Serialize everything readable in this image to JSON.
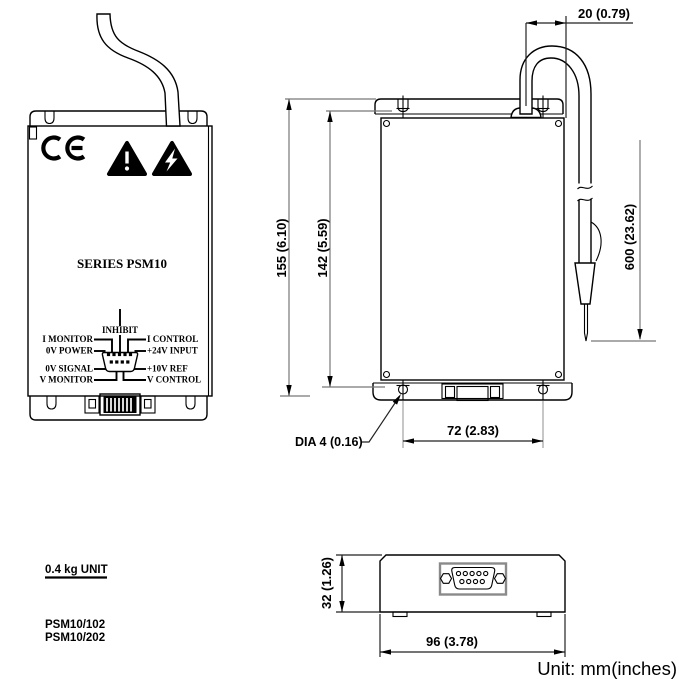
{
  "drawing": {
    "front_view": {
      "title": "SERIES PSM10",
      "icons": {
        "ce_mark": "CE",
        "warning": "general-warning-triangle",
        "high_voltage": "high-voltage-triangle"
      },
      "pin_diagram": {
        "top_label": "INHIBIT",
        "left_labels": [
          "I MONITOR",
          "0V POWER",
          "0V SIGNAL",
          "V MONITOR"
        ],
        "right_labels": [
          "I CONTROL",
          "+24V INPUT",
          "+10V REF",
          "V CONTROL"
        ]
      }
    },
    "dimensions": {
      "overall_height": "155 (6.10)",
      "body_height": "142 (5.59)",
      "cable_edge_offset": "20 (0.79)",
      "lead_length": "600 (23.62)",
      "mounting_hole_diameter": "DIA 4 (0.16)",
      "mounting_hole_spacing": "72 (2.83)",
      "depth": "32 (1.26)",
      "width": "96 (3.78)"
    },
    "notes": {
      "weight": "0.4 kg UNIT",
      "models": [
        "PSM10/102",
        "PSM10/202"
      ],
      "units": "Unit: mm(inches)"
    }
  }
}
